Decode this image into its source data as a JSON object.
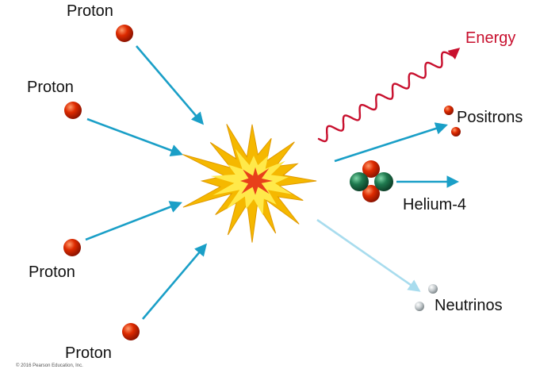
{
  "labels": {
    "proton_1": "Proton",
    "proton_2": "Proton",
    "proton_3": "Proton",
    "proton_4": "Proton",
    "energy": "Energy",
    "positrons": "Positrons",
    "helium": "Helium-4",
    "neutrinos": "Neutrinos"
  },
  "copyright": "© 2016 Pearson Education, Inc.",
  "colors": {
    "proton": "#cc2200",
    "arrow": "#1a9fc7",
    "neutrino_arrow": "#a8dcee",
    "energy_wave": "#c8102e",
    "neutron": "#1f7a4f",
    "neutrino": "#b9c0c4",
    "burst_outer": "#f5b800",
    "burst_inner": "#ffe94a",
    "burst_core": "#e8401a"
  }
}
